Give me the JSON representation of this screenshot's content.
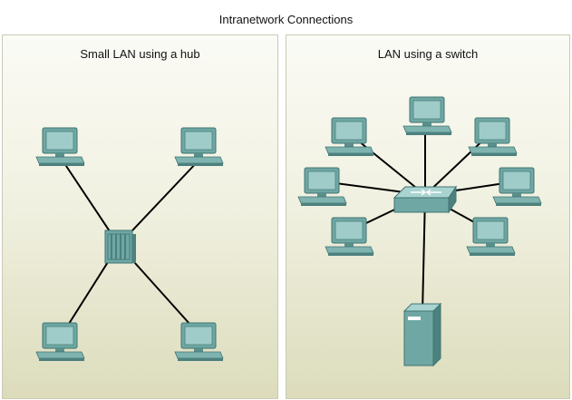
{
  "title": "Intranetwork Connections",
  "panels": {
    "left": {
      "title": "Small LAN using a hub"
    },
    "right": {
      "title": "LAN using a switch"
    }
  },
  "colors": {
    "device_face": "#6fa7a4",
    "device_dark": "#3f7471",
    "device_light": "#a9d3d0",
    "link": "#000000"
  },
  "icons": {
    "computer": "computer-icon",
    "hub": "hub-icon",
    "switch": "switch-icon",
    "server": "server-icon"
  }
}
